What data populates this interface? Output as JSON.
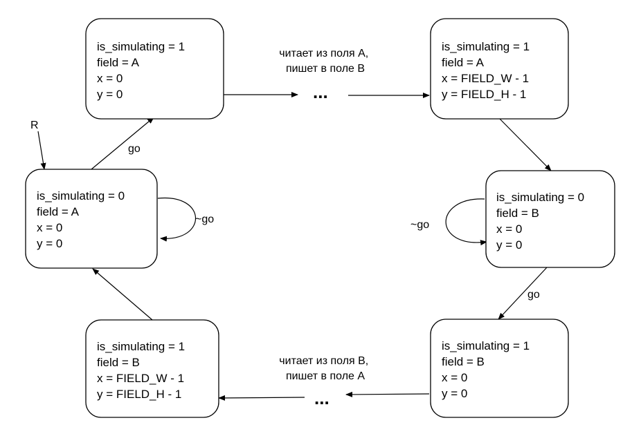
{
  "states": {
    "s0": {
      "lines": [
        "is_simulating = 0",
        "field = A",
        "x = 0",
        "y = 0"
      ]
    },
    "s1": {
      "lines": [
        "is_simulating = 1",
        "field = A",
        "x = 0",
        "y = 0"
      ]
    },
    "s2": {
      "lines": [
        "is_simulating = 1",
        "field = A",
        "x = FIELD_W - 1",
        "y = FIELD_H - 1"
      ]
    },
    "s3": {
      "lines": [
        "is_simulating = 0",
        "field = B",
        "x = 0",
        "y = 0"
      ]
    },
    "s4": {
      "lines": [
        "is_simulating = 1",
        "field = B",
        "x = 0",
        "y = 0"
      ]
    },
    "s5": {
      "lines": [
        "is_simulating = 1",
        "field = B",
        "x = FIELD_W - 1",
        "y = FIELD_H - 1"
      ]
    }
  },
  "labels": {
    "reset": "R",
    "go_left": "go",
    "go_right": "go",
    "not_go_left": "~go",
    "not_go_right": "~go",
    "top_note_line1": "читает из поля A,",
    "top_note_line2": "пишет в поле B",
    "bottom_note_line1": "читает из поля B,",
    "bottom_note_line2": "пишет в поле A",
    "ellipsis_top": "...",
    "ellipsis_bottom": "..."
  }
}
